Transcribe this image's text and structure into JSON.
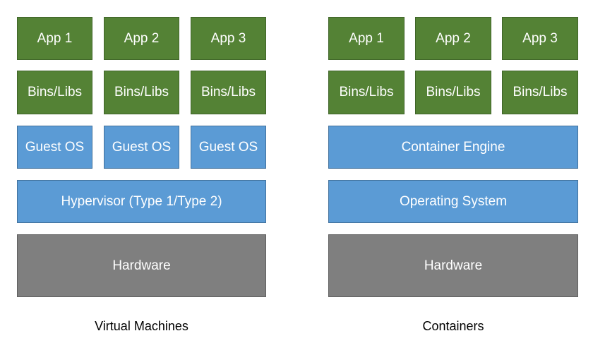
{
  "colors": {
    "app_layer": "#548235",
    "os_layer": "#5b9bd5",
    "hardware_layer": "#7f7f7f"
  },
  "virtual_machines": {
    "caption": "Virtual Machines",
    "apps": [
      "App 1",
      "App 2",
      "App 3"
    ],
    "bins_libs": [
      "Bins/Libs",
      "Bins/Libs",
      "Bins/Libs"
    ],
    "guest_os": [
      "Guest OS",
      "Guest OS",
      "Guest OS"
    ],
    "hypervisor": "Hypervisor (Type 1/Type 2)",
    "hardware": "Hardware"
  },
  "containers": {
    "caption": "Containers",
    "apps": [
      "App 1",
      "App 2",
      "App 3"
    ],
    "bins_libs": [
      "Bins/Libs",
      "Bins/Libs",
      "Bins/Libs"
    ],
    "container_engine": "Container Engine",
    "operating_system": "Operating System",
    "hardware": "Hardware"
  }
}
